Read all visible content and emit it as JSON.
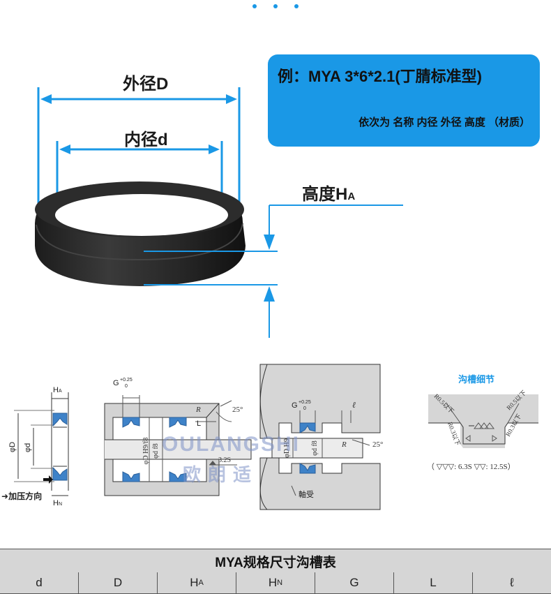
{
  "labels": {
    "outer_diameter": "外径D",
    "inner_diameter": "内径d",
    "height_main": "高度H",
    "height_sub": "A"
  },
  "example": {
    "title": "例：MYA 3*6*2.1(丁腈标准型)",
    "subtitle": "依次为 名称 内径 外径 高度 （材质）"
  },
  "diagram_left": {
    "ha_main": "H",
    "ha_sub": "A",
    "hn_main": "H",
    "hn_sub": "N",
    "phi_D": "φD",
    "phi_d": "φd",
    "pressure": "加压方向"
  },
  "diagram_mid": {
    "g_label": "G",
    "g_tol_upper": "+0.25",
    "g_tol_lower": "0",
    "angle": "25°",
    "r_label": "R",
    "l_label": "L",
    "phi_d_f8": "φd f8",
    "phi_D_h9f8": "φD H9/f8",
    "surface": "3.2S"
  },
  "diagram_right": {
    "g_label": "G",
    "g_tol_upper": "+0.25",
    "g_tol_lower": "0",
    "ell_label": "ℓ",
    "angle": "25°",
    "r_label": "R",
    "phi_D_h9": "φD H9",
    "phi_d_f8": "φd f8",
    "bearing": "軸受"
  },
  "watermark": {
    "latin": "OULANGSHI",
    "cn": "欧朗适"
  },
  "groove_detail": {
    "title": "沟槽细节",
    "r05_left": "R0.5以下",
    "r03_left": "R0.3以下",
    "r05_right": "R0.5以下",
    "r03_right": "R0.3以下",
    "legend": "（ ▽▽▽: 6.3S    ▽▽: 12.5S）"
  },
  "table": {
    "title": "MYA规格尺寸沟槽表",
    "headers": [
      {
        "main": "d",
        "sub": ""
      },
      {
        "main": "D",
        "sub": ""
      },
      {
        "main": "H",
        "sub": "A"
      },
      {
        "main": "H",
        "sub": "N"
      },
      {
        "main": "G",
        "sub": ""
      },
      {
        "main": "L",
        "sub": ""
      },
      {
        "main": "ℓ",
        "sub": ""
      }
    ]
  },
  "colors": {
    "accent": "#1a98e6",
    "seal_blue": "#3e82c8",
    "table_bg": "#d6d6d6"
  }
}
